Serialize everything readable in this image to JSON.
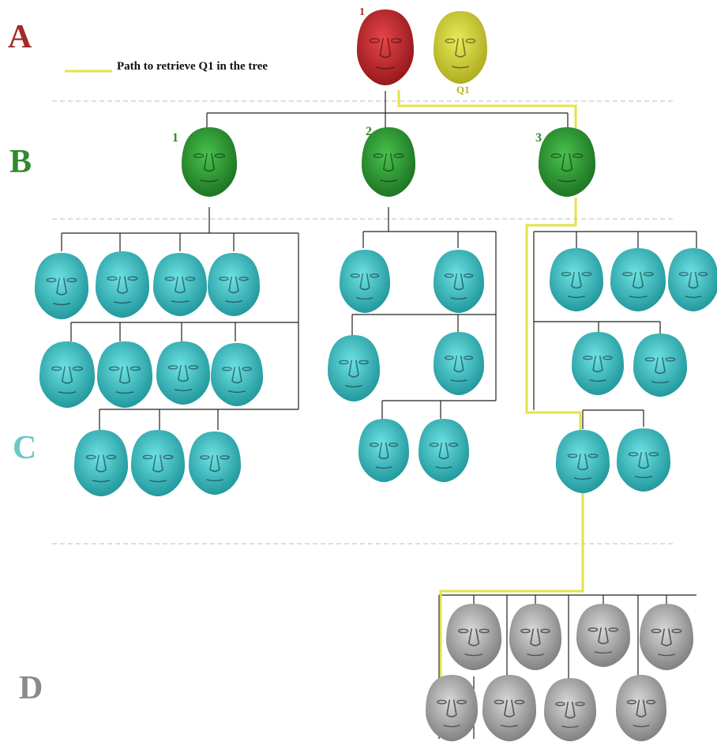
{
  "levels": {
    "a": {
      "letter": "A",
      "color": "#a42a2a"
    },
    "b": {
      "letter": "B",
      "color": "#2f8a2f"
    },
    "c": {
      "letter": "C",
      "color": "#6ac9c2"
    },
    "d": {
      "letter": "D",
      "color": "#8a8a8a"
    }
  },
  "legend": {
    "text": "Path to retrieve Q1 in the tree",
    "line_color": "#e4e24a"
  },
  "root": {
    "label": "1",
    "label_color": "#a42a2a",
    "fill": "#c8252a"
  },
  "query": {
    "label": "Q1",
    "label_color": "#b5b52a",
    "fill": "#d4d42e"
  },
  "level_b_nodes": [
    {
      "label": "1"
    },
    {
      "label": "2"
    },
    {
      "label": "3"
    }
  ],
  "colors": {
    "root_face": "#c8252a",
    "query_face": "#d4d42e",
    "level_b_face": "#2f9a35",
    "level_c_face": "#34c0c4",
    "level_d_face": "#9c9c9c",
    "tree_line": "#222222",
    "separator": "#bdbdbd",
    "path_line": "#e4e24a"
  },
  "icons": {
    "face": "face-mesh-icon"
  }
}
